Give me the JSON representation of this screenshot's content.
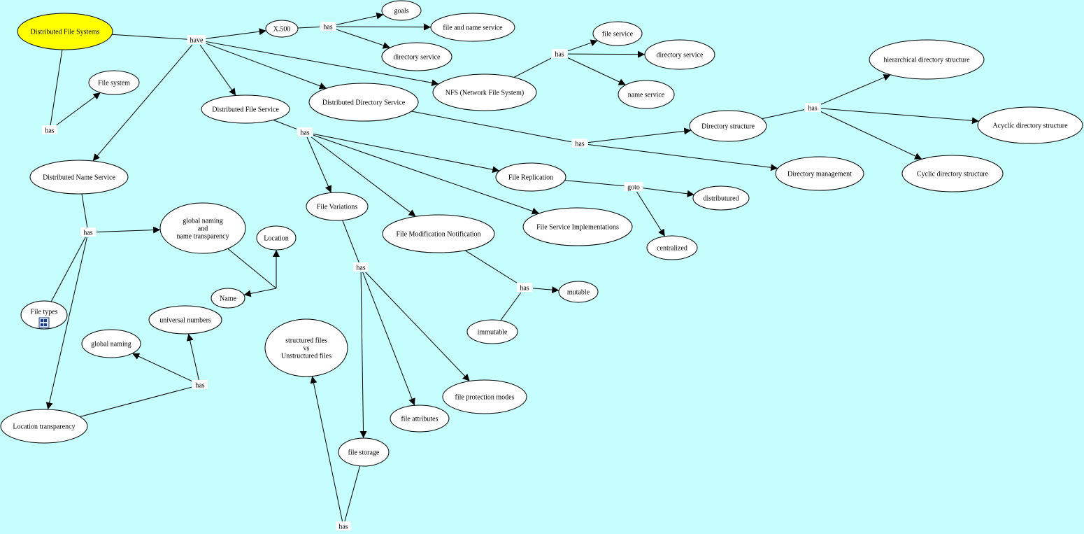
{
  "colors": {
    "background": "#c6fdfd",
    "root_fill": "#ffff00",
    "node_fill": "#ffffff",
    "stroke": "#000000"
  },
  "concepts": {
    "dfs": {
      "lines": [
        "Distributed File Systems"
      ],
      "root": true
    },
    "filesystem": {
      "lines": [
        "File system"
      ]
    },
    "dns": {
      "lines": [
        "Distributed Name Service"
      ]
    },
    "x500": {
      "lines": [
        "X.500"
      ]
    },
    "goals": {
      "lines": [
        "goals"
      ]
    },
    "fileandname": {
      "lines": [
        "file and name service"
      ]
    },
    "dirservice1": {
      "lines": [
        "directory service"
      ]
    },
    "dfservice": {
      "lines": [
        "Distributed File Service"
      ]
    },
    "ddirservice": {
      "lines": [
        "Distributed Directory Service"
      ]
    },
    "nfs": {
      "lines": [
        "NFS (Network File System)"
      ]
    },
    "nfs_file": {
      "lines": [
        "file service"
      ]
    },
    "nfs_dir": {
      "lines": [
        "directory service"
      ]
    },
    "nfs_name": {
      "lines": [
        "name service"
      ]
    },
    "hierarchical": {
      "lines": [
        "hierarchical directory structure"
      ]
    },
    "dirstructure": {
      "lines": [
        "Directory structure"
      ]
    },
    "acyclic": {
      "lines": [
        "Acyclic directory structure"
      ]
    },
    "cyclic": {
      "lines": [
        "Cyclic directory structure"
      ]
    },
    "dirmgmt": {
      "lines": [
        "Directory management"
      ]
    },
    "replication": {
      "lines": [
        "File Replication"
      ]
    },
    "distributed": {
      "lines": [
        "distributured"
      ]
    },
    "centralized": {
      "lines": [
        "centralized"
      ]
    },
    "variations": {
      "lines": [
        "File Variations"
      ]
    },
    "modnotif": {
      "lines": [
        "File Modification Notification"
      ]
    },
    "serviceimpl": {
      "lines": [
        "File Service Implementations"
      ]
    },
    "globalnaming_t": {
      "lines": [
        "global naming",
        "and",
        "name transparency"
      ]
    },
    "location": {
      "lines": [
        "Location"
      ]
    },
    "name": {
      "lines": [
        "Name"
      ]
    },
    "filetypes": {
      "lines": [
        "File types"
      ],
      "icon": "resource-icon"
    },
    "universal": {
      "lines": [
        "universal numbers"
      ]
    },
    "globalnaming": {
      "lines": [
        "global naming"
      ]
    },
    "locationtrans": {
      "lines": [
        "Location transparency"
      ]
    },
    "structured": {
      "lines": [
        "structured files",
        "vs",
        "Unstructured files"
      ]
    },
    "mutable": {
      "lines": [
        "mutable"
      ]
    },
    "immutable": {
      "lines": [
        "immutable"
      ]
    },
    "protection": {
      "lines": [
        "file protection modes"
      ]
    },
    "attributes": {
      "lines": [
        "file attributes"
      ]
    },
    "storage": {
      "lines": [
        "file storage"
      ]
    }
  },
  "linking_phrases": {
    "have": "have",
    "has_fs": "has",
    "has_x500": "has",
    "has_nfs": "has",
    "has_dirstruct": "has",
    "has_ddir": "has",
    "has_dfservice": "has",
    "goto": "goto",
    "has_dns": "has",
    "has_variations": "has",
    "has_modnotif": "has",
    "has_lt": "has",
    "has_storage": "has"
  }
}
